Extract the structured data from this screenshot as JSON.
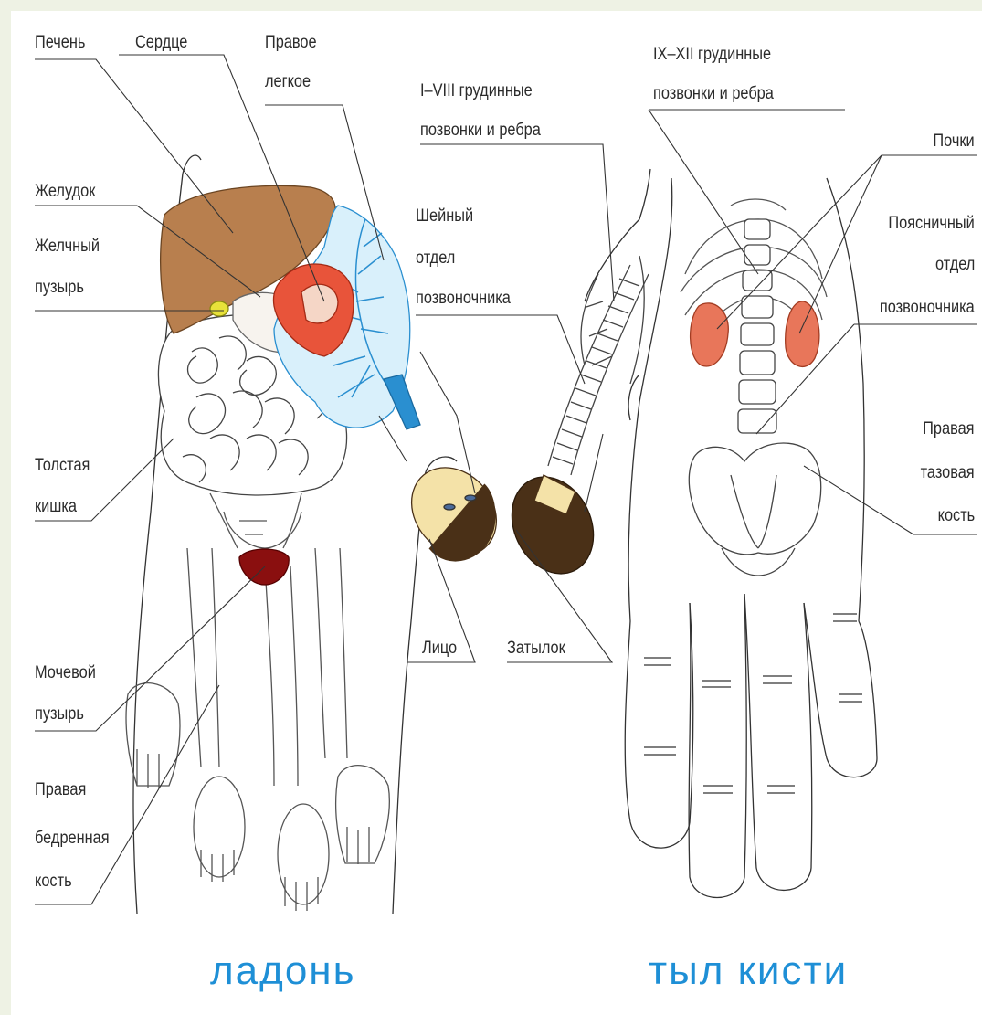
{
  "palm": {
    "caption": "ладонь",
    "labels": {
      "liver": "Печень",
      "heart": "Сердце",
      "right_lung": [
        "Правое",
        "легкое"
      ],
      "stomach": "Желудок",
      "gallbladder": [
        "Желчный",
        "пузырь"
      ],
      "large_intestine": [
        "Толстая",
        "кишка"
      ],
      "bladder": [
        "Мочевой",
        "пузырь"
      ],
      "right_femur": [
        "Правая",
        "бедренная",
        "кость"
      ]
    }
  },
  "middle": {
    "labels": {
      "thoracic_upper": [
        "I–VIII грудинные",
        "позвонки и ребра"
      ],
      "cervical": [
        "Шейный",
        "отдел",
        "позвоночника"
      ],
      "face": "Лицо",
      "occiput": "Затылок"
    }
  },
  "back": {
    "caption": "тыл кисти",
    "labels": {
      "thoracic_lower": [
        "IX–XII грудинные",
        "позвонки и ребра"
      ],
      "kidneys": "Почки",
      "lumbar": [
        "Поясничный",
        "отдел",
        "позвоночника"
      ],
      "right_pelvic": [
        "Правая",
        "тазовая",
        "кость"
      ]
    }
  },
  "colors": {
    "caption": "#1e8fd6",
    "liver": "#b87f4e",
    "heart": "#e8543a",
    "lung": "#d9f0fb",
    "lung_vessels": "#2a8fd0",
    "bladder": "#8a0f0f",
    "kidney": "#e8765a",
    "hair": "#4a3017",
    "face": "#f4e2a8"
  }
}
